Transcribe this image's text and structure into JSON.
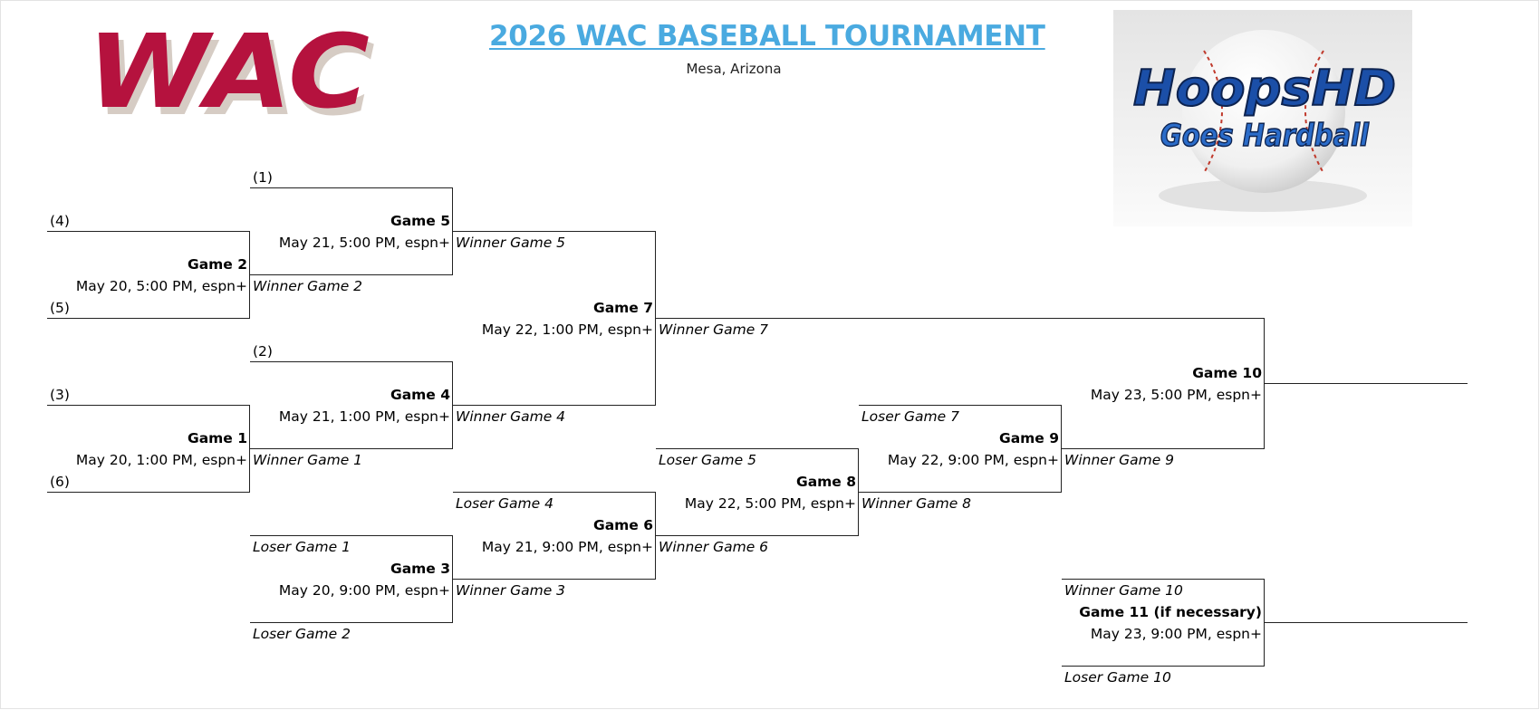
{
  "header": {
    "title": "2026 WAC BASEBALL TOURNAMENT",
    "location": "Mesa, Arizona"
  },
  "logos": {
    "wac_text": "WAC",
    "hoops_line1": "HoopsHD",
    "hoops_line2": "Goes Hardball",
    "wac_color": "#b5123e",
    "wac_shadow": "#d6ccc4",
    "hoops_blue": "#1b4fa8"
  },
  "seeds": {
    "s1": "(1)",
    "s2": "(2)",
    "s3": "(3)",
    "s4": "(4)",
    "s5": "(5)",
    "s6": "(6)"
  },
  "games": {
    "g1": {
      "name": "Game 1",
      "time": "May 20, 1:00 PM, espn+"
    },
    "g2": {
      "name": "Game 2",
      "time": "May 20, 5:00 PM, espn+"
    },
    "g3": {
      "name": "Game 3",
      "time": "May 20, 9:00 PM, espn+"
    },
    "g4": {
      "name": "Game 4",
      "time": "May 21, 1:00 PM, espn+"
    },
    "g5": {
      "name": "Game 5",
      "time": "May 21, 5:00 PM, espn+"
    },
    "g6": {
      "name": "Game 6",
      "time": "May 21, 9:00 PM, espn+"
    },
    "g7": {
      "name": "Game 7",
      "time": "May 22, 1:00 PM, espn+"
    },
    "g8": {
      "name": "Game 8",
      "time": "May 22, 5:00 PM, espn+"
    },
    "g9": {
      "name": "Game 9",
      "time": "May 22, 9:00 PM, espn+"
    },
    "g10": {
      "name": "Game 10",
      "time": "May 23, 5:00 PM, espn+"
    },
    "g11": {
      "name": "Game 11 (if necessary)",
      "time": "May 23, 9:00 PM, espn+"
    }
  },
  "slots": {
    "winner_g1": "Winner Game 1",
    "winner_g2": "Winner Game 2",
    "winner_g3": "Winner Game 3",
    "winner_g4": "Winner Game 4",
    "winner_g5": "Winner Game 5",
    "winner_g6": "Winner Game 6",
    "winner_g7": "Winner Game 7",
    "winner_g8": "Winner Game 8",
    "winner_g9": "Winner Game 9",
    "winner_g10": "Winner Game 10",
    "loser_g1": "Loser Game 1",
    "loser_g2": "Loser Game 2",
    "loser_g4": "Loser Game 4",
    "loser_g5": "Loser Game 5",
    "loser_g7": "Loser Game 7",
    "loser_g10": "Loser Game 10"
  }
}
